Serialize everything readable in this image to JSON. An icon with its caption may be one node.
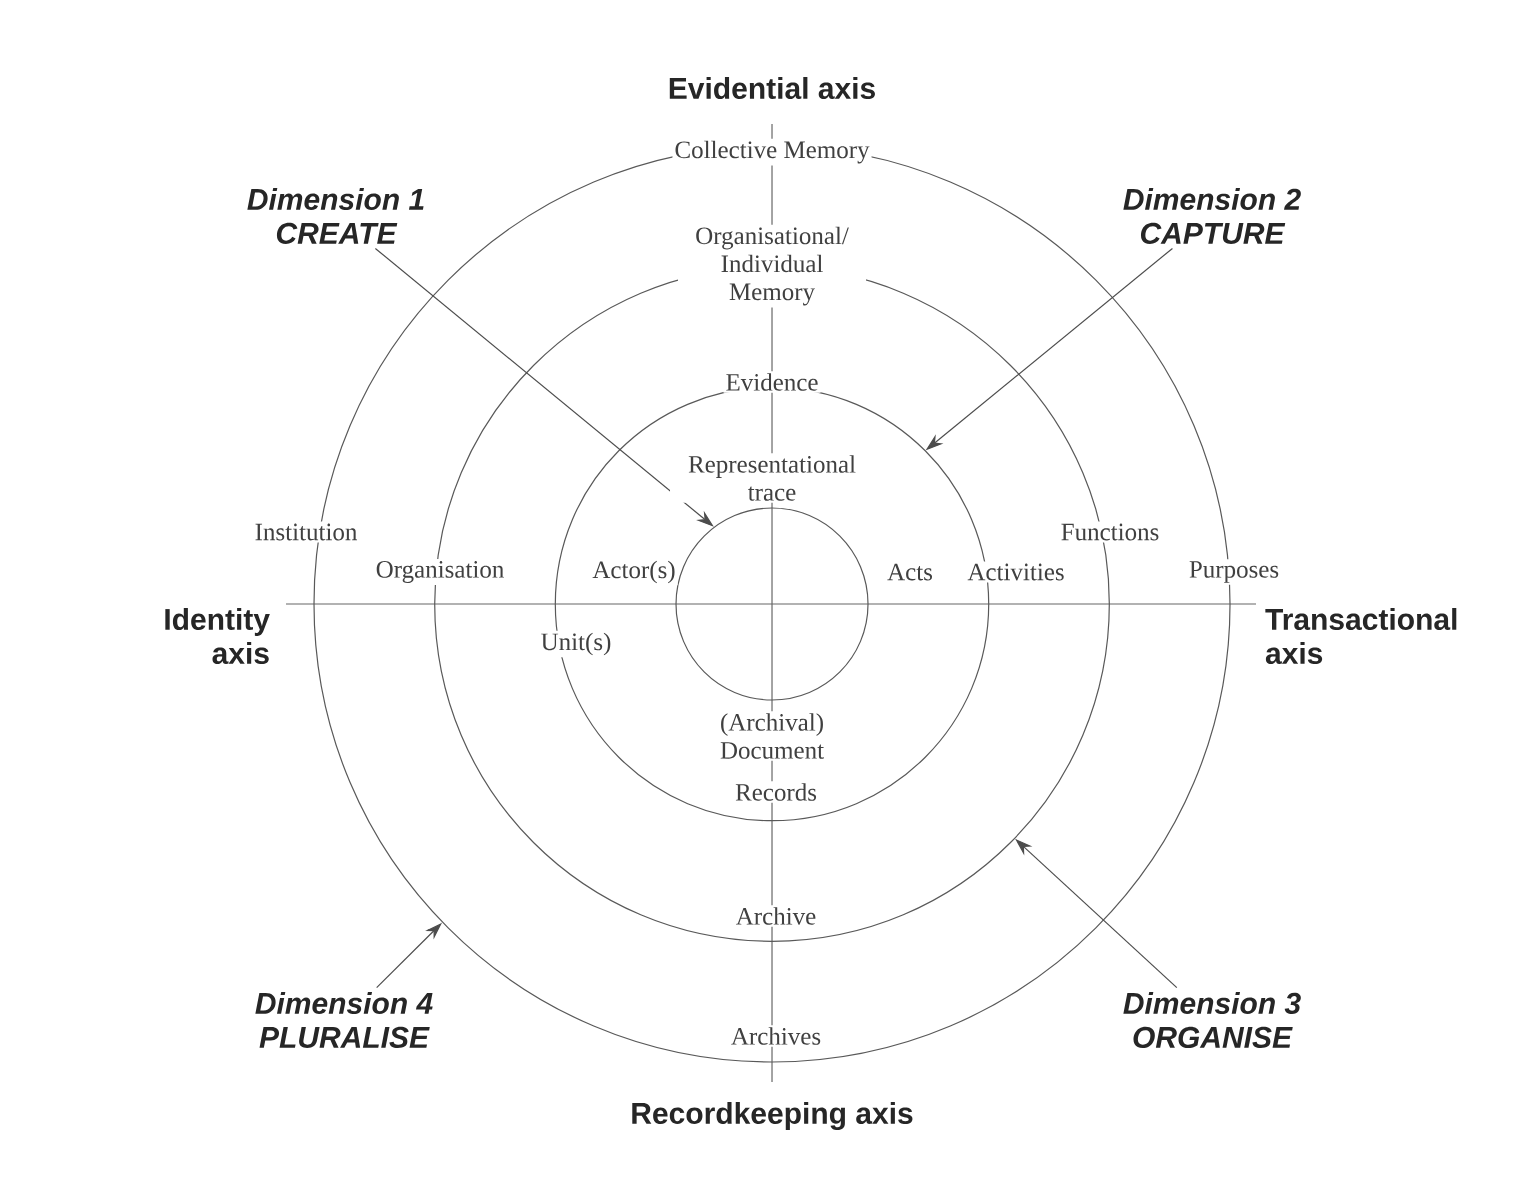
{
  "diagram": {
    "nodes": [
      {
        "text": [],
        "shape": "circle"
      },
      {
        "text": [],
        "shape": "circle",
        "in": 0
      },
      {
        "text": [],
        "shape": "circle",
        "in": 1
      },
      {
        "text": [],
        "shape": "circle",
        "in": 2
      },
      {
        "text": [
          "Dimension 1",
          "CREATE"
        ]
      },
      {
        "text": [
          "Dimension 2",
          "CAPTURE"
        ]
      },
      {
        "text": [
          "Dimension 3",
          "ORGANISE"
        ]
      },
      {
        "text": [
          "Dimension 4",
          "PLURALISE"
        ]
      }
    ],
    "edges": [
      {
        "from": 4,
        "to": 3,
        "arrow": "to"
      },
      {
        "from": 5,
        "to": 2,
        "arrow": "to"
      },
      {
        "from": 6,
        "to": 1,
        "arrow": "to"
      },
      {
        "from": 7,
        "to": 0,
        "arrow": "to"
      }
    ],
    "labels": [
      "Evidential axis",
      "Collective Memory",
      "Organisational/ Individual Memory",
      "Evidence",
      "Representational trace",
      "Institution",
      "Functions",
      "Organisation",
      "Actor(s)",
      "Acts",
      "Activities",
      "Purposes",
      "Identity axis",
      "Transactional axis",
      "Unit(s)",
      "(Archival) Document",
      "Records",
      "Archive",
      "Archives",
      "Recordkeeping axis"
    ]
  }
}
